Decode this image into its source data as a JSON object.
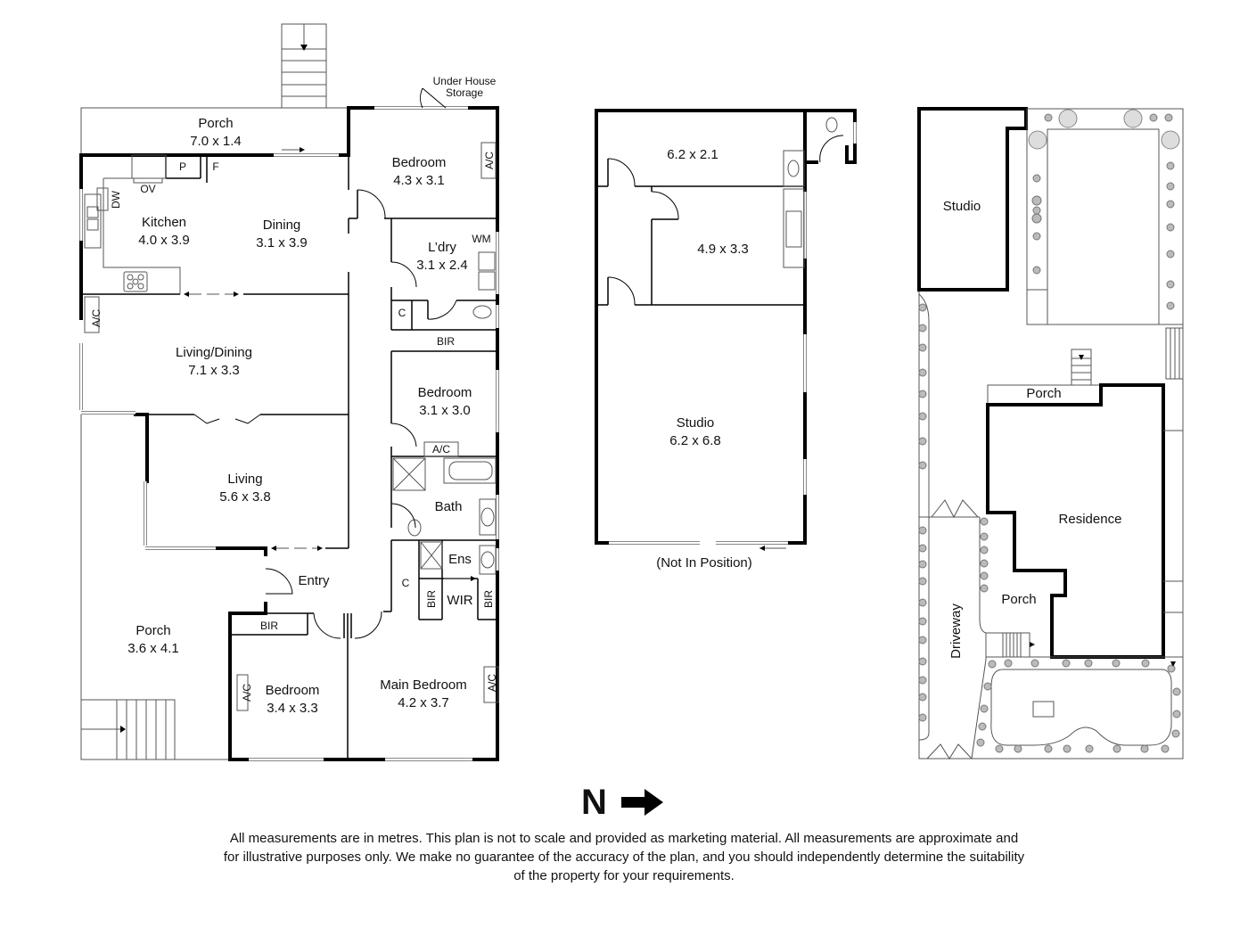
{
  "residence": {
    "under_house_storage_line1": "Under House",
    "under_house_storage_line2": "Storage",
    "rooms": {
      "porch_top": {
        "name": "Porch",
        "size": "7.0 x 1.4"
      },
      "bedroom_1": {
        "name": "Bedroom",
        "size": "4.3 x 3.1"
      },
      "kitchen": {
        "name": "Kitchen",
        "size": "4.0 x 3.9"
      },
      "dining": {
        "name": "Dining",
        "size": "3.1 x 3.9"
      },
      "laundry": {
        "name": "L’dry",
        "size": "3.1 x 2.4"
      },
      "living_dining": {
        "name": "Living/Dining",
        "size": "7.1 x 3.3"
      },
      "bedroom_2": {
        "name": "Bedroom",
        "size": "3.1 x 3.0"
      },
      "living": {
        "name": "Living",
        "size": "5.6 x 3.8"
      },
      "bath": {
        "name": "Bath"
      },
      "ensuite": {
        "name": "Ens"
      },
      "wir": {
        "name": "WIR"
      },
      "entry": {
        "name": "Entry"
      },
      "porch_side": {
        "name": "Porch",
        "size": "3.6 x 4.1"
      },
      "bedroom_3": {
        "name": "Bedroom",
        "size": "3.4 x 3.3"
      },
      "main_bedroom": {
        "name": "Main Bedroom",
        "size": "4.2 x 3.7"
      }
    },
    "fixtures": {
      "pantry": "P",
      "fridge": "F",
      "oven": "OV",
      "dishwasher": "DW",
      "washing_machine": "WM",
      "cupboard": "C",
      "bir": "BIR",
      "ac": "A/C"
    }
  },
  "studio": {
    "rooms": {
      "room_a": {
        "size": "6.2 x 2.1"
      },
      "room_b": {
        "size": "4.9 x 3.3"
      },
      "main": {
        "name": "Studio",
        "size": "6.2 x 6.8"
      }
    },
    "note": "(Not In Position)"
  },
  "site_plan": {
    "studio_label": "Studio",
    "porch_back": "Porch",
    "residence_label": "Residence",
    "porch_front": "Porch",
    "driveway": "Driveway"
  },
  "compass": {
    "label": "N",
    "direction": "right-arrow"
  },
  "disclaimer": "All measurements are in metres. This plan is not to scale and provided as marketing material. All measurements are approximate and for illustrative purposes only. We make no guarantee of the accuracy of the plan, and you should independently determine the suitability of the property for your requirements."
}
